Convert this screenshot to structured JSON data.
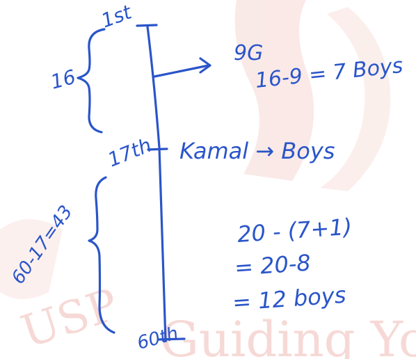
{
  "labels": {
    "first": "1st",
    "seventeenth": "17th",
    "sixtieth": "60th",
    "sixteen": "16",
    "range_bottom": "60-17=43",
    "nine_g": "9G",
    "boys_diff": "16-9 = 7 Boys",
    "kamal": "Kamal → Boys",
    "calc_line1": "20 - (7+1)",
    "calc_line2": "= 20-8",
    "calc_line3": "= 12 boys"
  },
  "watermark": {
    "text_main": "Guiding You to g",
    "text_arc": "USP"
  },
  "colors": {
    "ink": "#2a55c9",
    "watermark": "#f3c9c6"
  }
}
